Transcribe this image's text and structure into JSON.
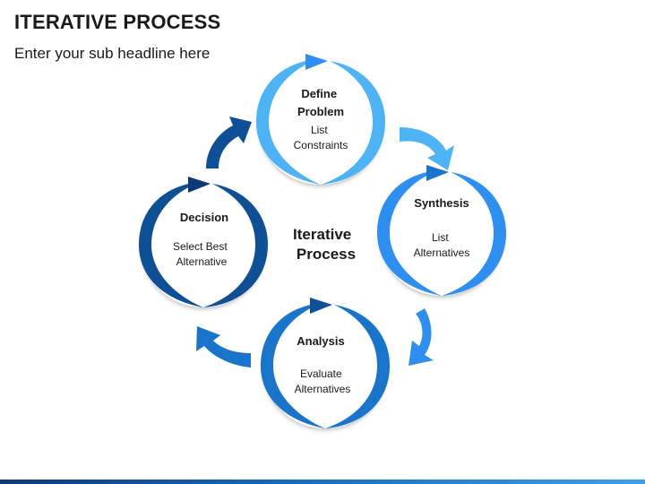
{
  "header": {
    "title": "ITERATIVE PROCESS",
    "subtitle": "Enter your sub headline here"
  },
  "center": {
    "line1": "Iterative",
    "line2": "Process"
  },
  "nodes": [
    {
      "id": "define",
      "title_lines": [
        "Define",
        "Problem"
      ],
      "sub_lines": [
        "List",
        "Constraints"
      ],
      "color": "#4db3f5"
    },
    {
      "id": "synthesis",
      "title_lines": [
        "Synthesis"
      ],
      "sub_lines": [
        "List",
        "Alternatives"
      ],
      "color": "#2e8ff0"
    },
    {
      "id": "analysis",
      "title_lines": [
        "Analysis"
      ],
      "sub_lines": [
        "Evaluate",
        "Alternatives"
      ],
      "color": "#1a74c9"
    },
    {
      "id": "decision",
      "title_lines": [
        "Decision"
      ],
      "sub_lines": [
        "Select Best",
        "Alternative"
      ],
      "color": "#0f4f95"
    }
  ],
  "colors": {
    "light": "#4db3f5",
    "mid": "#2e8ff0",
    "dark": "#1a74c9",
    "darkest": "#0f4f95"
  }
}
